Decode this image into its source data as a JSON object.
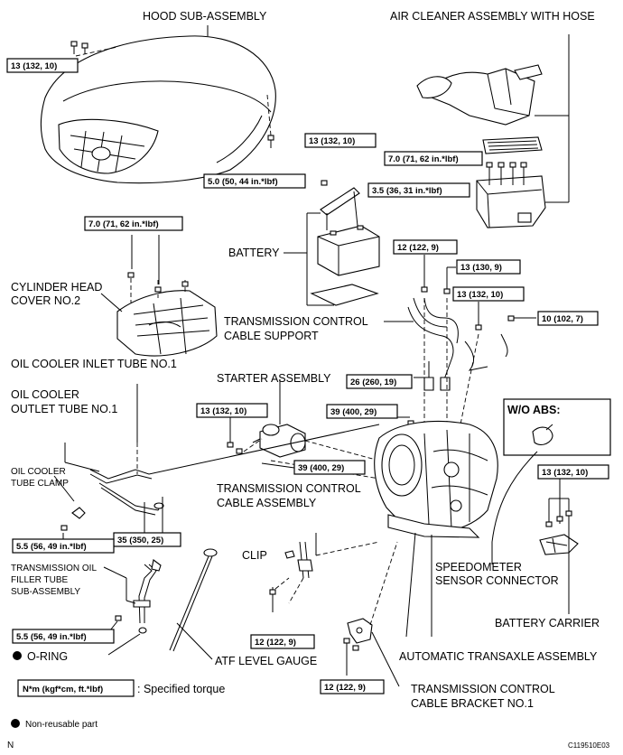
{
  "labels": {
    "hood": "HOOD SUB-ASSEMBLY",
    "air_cleaner": "AIR CLEANER ASSEMBLY WITH HOSE",
    "battery": "BATTERY",
    "cyl_head_1": "CYLINDER HEAD",
    "cyl_head_2": "COVER NO.2",
    "tcs_1": "TRANSMISSION CONTROL",
    "tcs_2": "CABLE SUPPORT",
    "oil_inlet": "OIL COOLER INLET TUBE NO.1",
    "starter": "STARTER ASSEMBLY",
    "oil_outlet_1": "OIL COOLER",
    "oil_outlet_2": "OUTLET TUBE NO.1",
    "wo_abs": "W/O ABS:",
    "clamp_1": "OIL COOLER",
    "clamp_2": "TUBE CLAMP",
    "tca_1": "TRANSMISSION CONTROL",
    "tca_2": "CABLE ASSEMBLY",
    "filler_1": "TRANSMISSION OIL",
    "filler_2": "FILLER TUBE",
    "filler_3": "SUB-ASSEMBLY",
    "clip": "CLIP",
    "speedo_1": "SPEEDOMETER",
    "speedo_2": "SENSOR CONNECTOR",
    "battery_carrier": "BATTERY CARRIER",
    "oring": "O-RING",
    "atf": "ATF LEVEL GAUGE",
    "transaxle": "AUTOMATIC TRANSAXLE ASSEMBLY",
    "legend_unit": "N*m (kgf*cm, ft.*lbf)",
    "legend_text": ": Specified torque",
    "bracket_1": "TRANSMISSION CONTROL",
    "bracket_2": "CABLE BRACKET NO.1",
    "nonreusable": "Non-reusable part",
    "corner_n": "N",
    "code": "C119510E03"
  },
  "torques": {
    "hood_top": "13 (132, 10)",
    "hood_right": "13 (132, 10)",
    "air_cleaner": "7.0 (71, 62 in.*lbf)",
    "battery_clamp": "5.0 (50, 44 in.*lbf)",
    "battery_hold": "3.5 (36, 31 in.*lbf)",
    "cyl_head": "7.0 (71, 62 in.*lbf)",
    "t12a": "12 (122, 9)",
    "t13a": "13 (130, 9)",
    "t13b": "13 (132, 10)",
    "t10": "10 (102, 7)",
    "t26": "26 (260, 19)",
    "starter_13": "13 (132, 10)",
    "t39a": "39 (400, 29)",
    "t39b": "39 (400, 29)",
    "carrier_13": "13 (132, 10)",
    "t35": "35 (350, 25)",
    "t55a": "5.5 (56, 49 in.*lbf)",
    "t55b": "5.5 (56, 49 in.*lbf)",
    "t12b": "12 (122, 9)",
    "t12c": "12 (122, 9)"
  }
}
